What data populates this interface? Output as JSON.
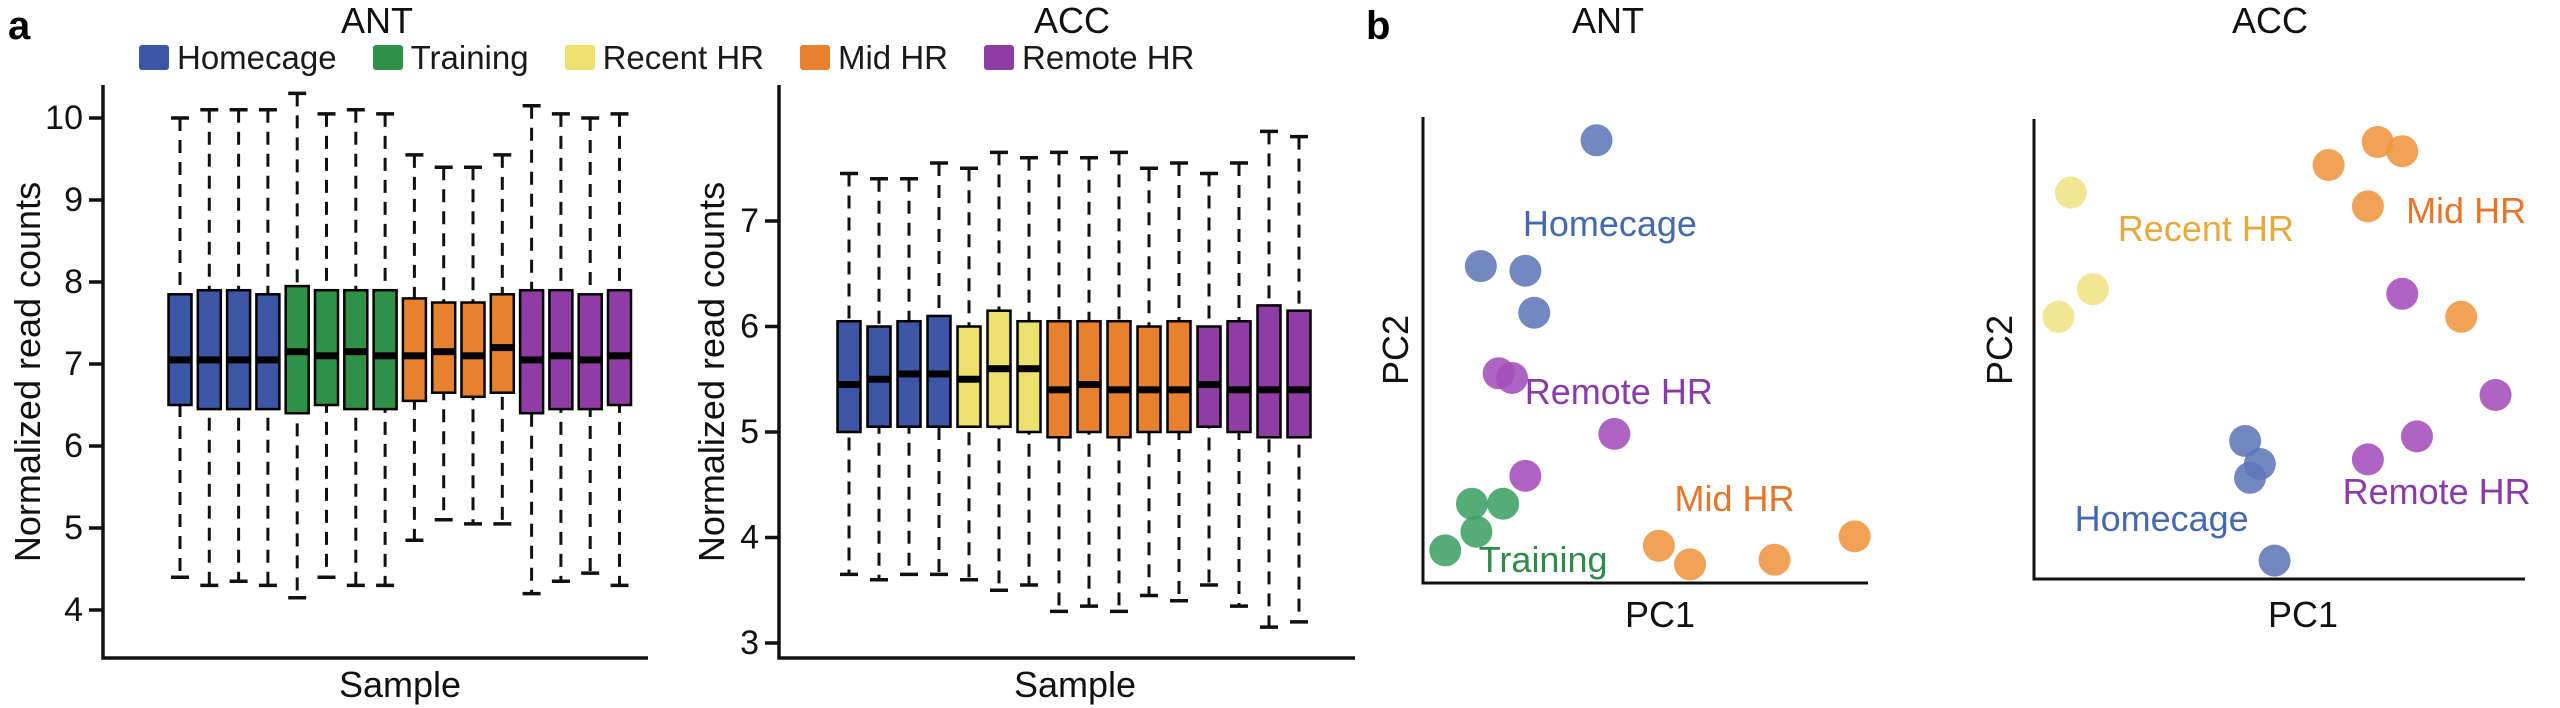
{
  "panel_a": {
    "label": "a"
  },
  "panel_b": {
    "label": "b"
  },
  "colors": {
    "Homecage": "#3C55A4",
    "Training": "#2F9148",
    "Recent HR": "#EDE06F",
    "Mid HR": "#E8812D",
    "Remote HR": "#8F3DA4"
  },
  "legend": {
    "items": [
      {
        "label": "Homecage",
        "color": "#3C55A4"
      },
      {
        "label": "Training",
        "color": "#2F9148"
      },
      {
        "label": "Recent HR",
        "color": "#EDE06F"
      },
      {
        "label": "Mid HR",
        "color": "#E8812D"
      },
      {
        "label": "Remote HR",
        "color": "#8F3DA4"
      }
    ]
  },
  "chart_data": [
    {
      "id": "ant-boxplot",
      "type": "box",
      "title": "ANT",
      "xlabel": "Sample",
      "ylabel": "Normalized read counts",
      "yticks": [
        4,
        5,
        6,
        7,
        8,
        9,
        10
      ],
      "ylim": [
        3.4,
        10.4
      ],
      "grid": false,
      "groups": [
        "Homecage",
        "Training",
        "Mid HR",
        "Remote HR"
      ],
      "boxes": [
        {
          "group": "Homecage",
          "lo": 4.4,
          "q1": 6.5,
          "med": 7.05,
          "q3": 7.85,
          "hi": 10.0
        },
        {
          "group": "Homecage",
          "lo": 4.3,
          "q1": 6.45,
          "med": 7.05,
          "q3": 7.9,
          "hi": 10.1
        },
        {
          "group": "Homecage",
          "lo": 4.35,
          "q1": 6.45,
          "med": 7.05,
          "q3": 7.9,
          "hi": 10.1
        },
        {
          "group": "Homecage",
          "lo": 4.3,
          "q1": 6.45,
          "med": 7.05,
          "q3": 7.85,
          "hi": 10.1
        },
        {
          "group": "Training",
          "lo": 4.15,
          "q1": 6.4,
          "med": 7.15,
          "q3": 7.95,
          "hi": 10.3
        },
        {
          "group": "Training",
          "lo": 4.4,
          "q1": 6.5,
          "med": 7.1,
          "q3": 7.9,
          "hi": 10.05
        },
        {
          "group": "Training",
          "lo": 4.3,
          "q1": 6.45,
          "med": 7.15,
          "q3": 7.9,
          "hi": 10.1
        },
        {
          "group": "Training",
          "lo": 4.3,
          "q1": 6.45,
          "med": 7.1,
          "q3": 7.9,
          "hi": 10.05
        },
        {
          "group": "Mid HR",
          "lo": 4.85,
          "q1": 6.55,
          "med": 7.1,
          "q3": 7.8,
          "hi": 9.55
        },
        {
          "group": "Mid HR",
          "lo": 5.1,
          "q1": 6.65,
          "med": 7.15,
          "q3": 7.75,
          "hi": 9.4
        },
        {
          "group": "Mid HR",
          "lo": 5.05,
          "q1": 6.6,
          "med": 7.1,
          "q3": 7.75,
          "hi": 9.4
        },
        {
          "group": "Mid HR",
          "lo": 5.05,
          "q1": 6.65,
          "med": 7.2,
          "q3": 7.85,
          "hi": 9.55
        },
        {
          "group": "Remote HR",
          "lo": 4.2,
          "q1": 6.4,
          "med": 7.05,
          "q3": 7.9,
          "hi": 10.15
        },
        {
          "group": "Remote HR",
          "lo": 4.35,
          "q1": 6.45,
          "med": 7.1,
          "q3": 7.9,
          "hi": 10.05
        },
        {
          "group": "Remote HR",
          "lo": 4.45,
          "q1": 6.45,
          "med": 7.05,
          "q3": 7.85,
          "hi": 10.0
        },
        {
          "group": "Remote HR",
          "lo": 4.3,
          "q1": 6.5,
          "med": 7.1,
          "q3": 7.9,
          "hi": 10.05
        }
      ]
    },
    {
      "id": "acc-boxplot",
      "type": "box",
      "title": "ACC",
      "xlabel": "Sample",
      "ylabel": "Normalized read counts",
      "yticks": [
        3,
        4,
        5,
        6,
        7
      ],
      "ylim": [
        2.86,
        8.29
      ],
      "grid": false,
      "groups": [
        "Homecage",
        "Recent HR",
        "Mid HR",
        "Remote HR"
      ],
      "boxes": [
        {
          "group": "Homecage",
          "lo": 3.65,
          "q1": 5.0,
          "med": 5.45,
          "q3": 6.05,
          "hi": 7.45
        },
        {
          "group": "Homecage",
          "lo": 3.6,
          "q1": 5.05,
          "med": 5.5,
          "q3": 6.0,
          "hi": 7.4
        },
        {
          "group": "Homecage",
          "lo": 3.65,
          "q1": 5.05,
          "med": 5.55,
          "q3": 6.05,
          "hi": 7.4
        },
        {
          "group": "Homecage",
          "lo": 3.65,
          "q1": 5.05,
          "med": 5.55,
          "q3": 6.1,
          "hi": 7.55
        },
        {
          "group": "Recent HR",
          "lo": 3.6,
          "q1": 5.05,
          "med": 5.5,
          "q3": 6.0,
          "hi": 7.5
        },
        {
          "group": "Recent HR",
          "lo": 3.5,
          "q1": 5.05,
          "med": 5.6,
          "q3": 6.15,
          "hi": 7.65
        },
        {
          "group": "Recent HR",
          "lo": 3.55,
          "q1": 5.0,
          "med": 5.6,
          "q3": 6.05,
          "hi": 7.6
        },
        {
          "group": "Mid HR",
          "lo": 3.3,
          "q1": 4.95,
          "med": 5.4,
          "q3": 6.05,
          "hi": 7.65
        },
        {
          "group": "Mid HR",
          "lo": 3.35,
          "q1": 5.0,
          "med": 5.45,
          "q3": 6.05,
          "hi": 7.6
        },
        {
          "group": "Mid HR",
          "lo": 3.3,
          "q1": 4.95,
          "med": 5.4,
          "q3": 6.05,
          "hi": 7.65
        },
        {
          "group": "Mid HR",
          "lo": 3.45,
          "q1": 5.0,
          "med": 5.4,
          "q3": 6.0,
          "hi": 7.5
        },
        {
          "group": "Mid HR",
          "lo": 3.4,
          "q1": 5.0,
          "med": 5.4,
          "q3": 6.05,
          "hi": 7.55
        },
        {
          "group": "Remote HR",
          "lo": 3.55,
          "q1": 5.05,
          "med": 5.45,
          "q3": 6.0,
          "hi": 7.45
        },
        {
          "group": "Remote HR",
          "lo": 3.35,
          "q1": 5.0,
          "med": 5.4,
          "q3": 6.05,
          "hi": 7.55
        },
        {
          "group": "Remote HR",
          "lo": 3.15,
          "q1": 4.95,
          "med": 5.4,
          "q3": 6.2,
          "hi": 7.85
        },
        {
          "group": "Remote HR",
          "lo": 3.2,
          "q1": 4.95,
          "med": 5.4,
          "q3": 6.15,
          "hi": 7.8
        }
      ]
    },
    {
      "id": "ant-pca",
      "type": "scatter",
      "title": "ANT",
      "xlabel": "PC1",
      "ylabel": "PC2",
      "axis_units": "normalized 0-1 of plot area, y measured downward",
      "series": [
        {
          "name": "Homecage",
          "point_color": "#6076B7",
          "points": [
            [
              0.39,
              0.05
            ],
            [
              0.13,
              0.32
            ],
            [
              0.23,
              0.33
            ],
            [
              0.25,
              0.42
            ]
          ]
        },
        {
          "name": "Remote HR",
          "point_color": "#A44FBB",
          "points": [
            [
              0.17,
              0.55
            ],
            [
              0.2,
              0.56
            ],
            [
              0.43,
              0.68
            ],
            [
              0.23,
              0.77
            ]
          ]
        },
        {
          "name": "Training",
          "point_color": "#3FA063",
          "points": [
            [
              0.11,
              0.83
            ],
            [
              0.18,
              0.83
            ],
            [
              0.12,
              0.89
            ],
            [
              0.05,
              0.93
            ]
          ]
        },
        {
          "name": "Mid HR",
          "point_color": "#F0953F",
          "points": [
            [
              0.53,
              0.92
            ],
            [
              0.6,
              0.96
            ],
            [
              0.79,
              0.95
            ],
            [
              0.97,
              0.9
            ]
          ]
        }
      ],
      "labels": [
        {
          "text": "Homecage",
          "color": "#4569B1",
          "x": 0.42,
          "y": 0.23
        },
        {
          "text": "Remote HR",
          "color": "#8B3BA9",
          "x": 0.44,
          "y": 0.59
        },
        {
          "text": "Mid HR",
          "color": "#E87427",
          "x": 0.7,
          "y": 0.82
        },
        {
          "text": "Training",
          "color": "#2E8B48",
          "x": 0.27,
          "y": 0.95
        }
      ]
    },
    {
      "id": "acc-pca",
      "type": "scatter",
      "title": "ACC",
      "xlabel": "PC1",
      "ylabel": "PC2",
      "axis_units": "normalized 0-1 of plot area, y measured downward",
      "series": [
        {
          "name": "Recent HR",
          "point_color": "#F0E285",
          "points": [
            [
              0.075,
              0.16
            ],
            [
              0.12,
              0.37
            ],
            [
              0.05,
              0.43
            ]
          ]
        },
        {
          "name": "Mid HR",
          "point_color": "#F0953F",
          "points": [
            [
              0.6,
              0.1
            ],
            [
              0.7,
              0.05
            ],
            [
              0.75,
              0.07
            ],
            [
              0.68,
              0.19
            ],
            [
              0.87,
              0.43
            ]
          ]
        },
        {
          "name": "Remote HR",
          "point_color": "#A44FBB",
          "points": [
            [
              0.75,
              0.38
            ],
            [
              0.94,
              0.6
            ],
            [
              0.78,
              0.69
            ],
            [
              0.68,
              0.74
            ]
          ]
        },
        {
          "name": "Homecage",
          "point_color": "#6076B7",
          "points": [
            [
              0.43,
              0.7
            ],
            [
              0.46,
              0.75
            ],
            [
              0.44,
              0.78
            ],
            [
              0.49,
              0.96
            ]
          ]
        }
      ],
      "labels": [
        {
          "text": "Recent HR",
          "color": "#E9A83C",
          "x": 0.35,
          "y": 0.24
        },
        {
          "text": "Mid HR",
          "color": "#E87427",
          "x": 0.88,
          "y": 0.2
        },
        {
          "text": "Remote HR",
          "color": "#8B3BA9",
          "x": 0.82,
          "y": 0.81
        },
        {
          "text": "Homecage",
          "color": "#4569B1",
          "x": 0.26,
          "y": 0.87
        }
      ]
    }
  ]
}
